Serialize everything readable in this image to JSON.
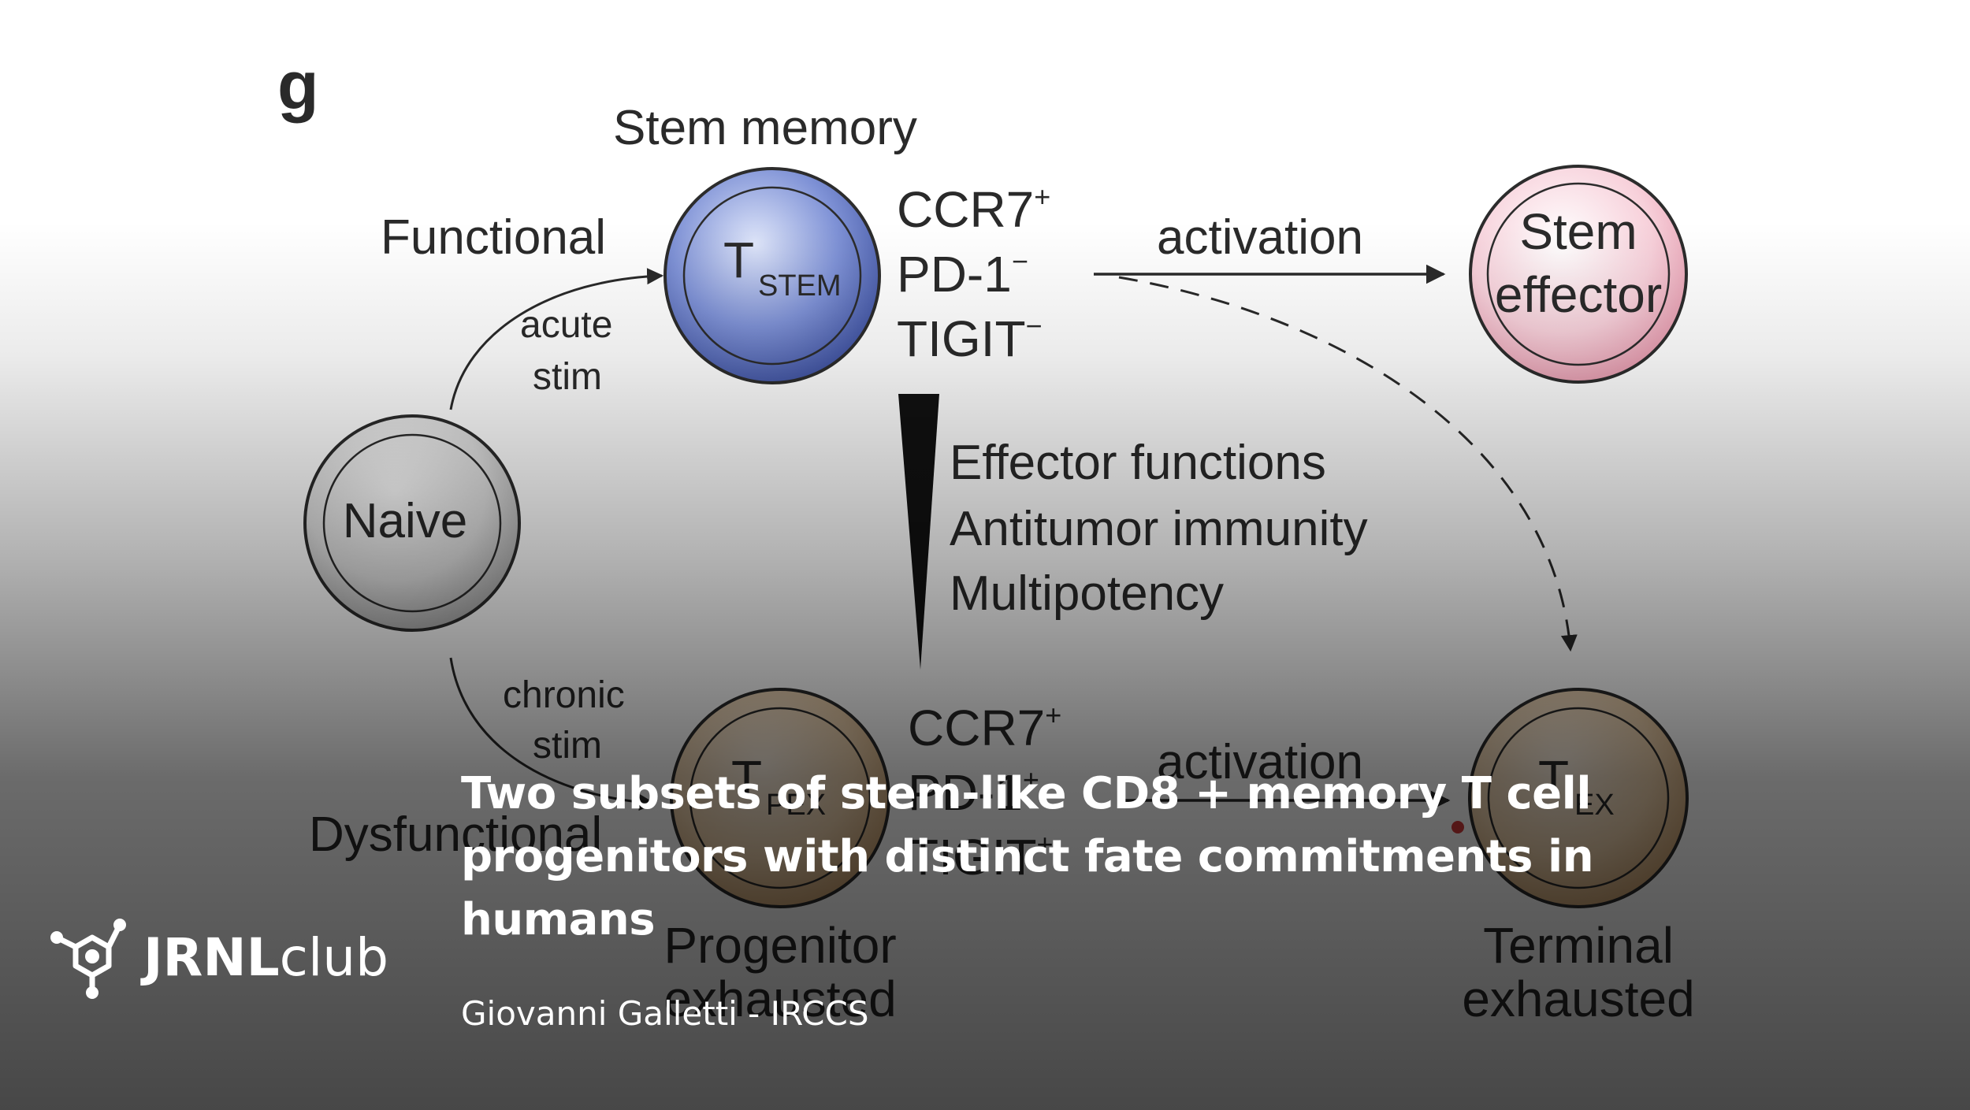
{
  "figure": {
    "panel_label": "g",
    "stem_memory_title": "Stem memory",
    "functional_label": "Functional",
    "acute_stim": [
      "acute",
      "stim"
    ],
    "naive_label": "Naive",
    "tstem": {
      "main": "T",
      "sub": "STEM"
    },
    "tstem_markers": [
      {
        "name": "CCR7",
        "sign": "+"
      },
      {
        "name": "PD-1",
        "sign": "−"
      },
      {
        "name": "TIGIT",
        "sign": "−"
      }
    ],
    "activation_top": "activation",
    "stem_effector": [
      "Stem",
      "effector"
    ],
    "gradient_labels": [
      "Effector functions",
      "Antitumor immunity",
      "Multipotency"
    ],
    "chronic_stim": [
      "chronic",
      "stim"
    ],
    "dysfunctional_label": "Dysfunctional",
    "tpex": {
      "main": "T",
      "sub": "PEX"
    },
    "tpex_markers": [
      {
        "name": "CCR7",
        "sign": "+"
      },
      {
        "name": "PD-1",
        "sign": "+"
      },
      {
        "name": "TIGIT",
        "sign": "+"
      }
    ],
    "activation_bottom": "activation",
    "tex": {
      "main": "T",
      "sub": "EX"
    },
    "progenitor_exhausted": [
      "Progenitor",
      "exhausted"
    ],
    "terminal_exhausted": [
      "Terminal",
      "exhausted"
    ],
    "colors": {
      "tstem_fill": "#5a6fc4",
      "stem_effector_fill": "#f2b8c8",
      "naive_fill": "#c8c8c8",
      "exhausted_fill": "#e9c9a2"
    }
  },
  "title": "Two subsets of stem-like CD8 + memory T cell progenitors with distinct fate commitments in humans",
  "author": "Giovanni Galletti - IRCCS",
  "brand": {
    "bold": "JRNL",
    "light": "club",
    "icon": "molecule-icon"
  }
}
